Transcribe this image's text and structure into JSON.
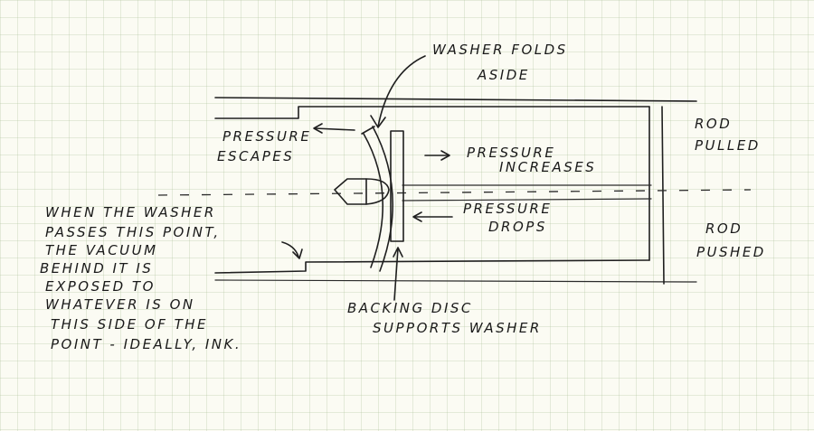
{
  "labels": {
    "washer_folds": [
      "WASHER FOLDS",
      "ASIDE"
    ],
    "pressure_escapes": [
      "PRESSURE",
      "ESCAPES"
    ],
    "pressure_increases": [
      "PRESSURE",
      "INCREASES"
    ],
    "pressure_drops": [
      "PRESSURE",
      "DROPS"
    ],
    "rod_pulled": [
      "ROD",
      "PULLED"
    ],
    "rod_pushed": [
      "ROD",
      "PUSHED"
    ],
    "when_washer": [
      "WHEN THE WASHER",
      "PASSES THIS POINT,",
      "THE VACUUM",
      "BEHIND IT IS",
      "EXPOSED TO",
      "WHATEVER IS ON",
      "THIS SIDE OF THE",
      "POINT - IDEALLY, INK."
    ],
    "backing_disc": [
      "BACKING DISC",
      "SUPPORTS WASHER"
    ]
  },
  "colors": {
    "ink": "#1f1f1f",
    "paper": "#fbfbf3",
    "grid": "#aabe96"
  }
}
